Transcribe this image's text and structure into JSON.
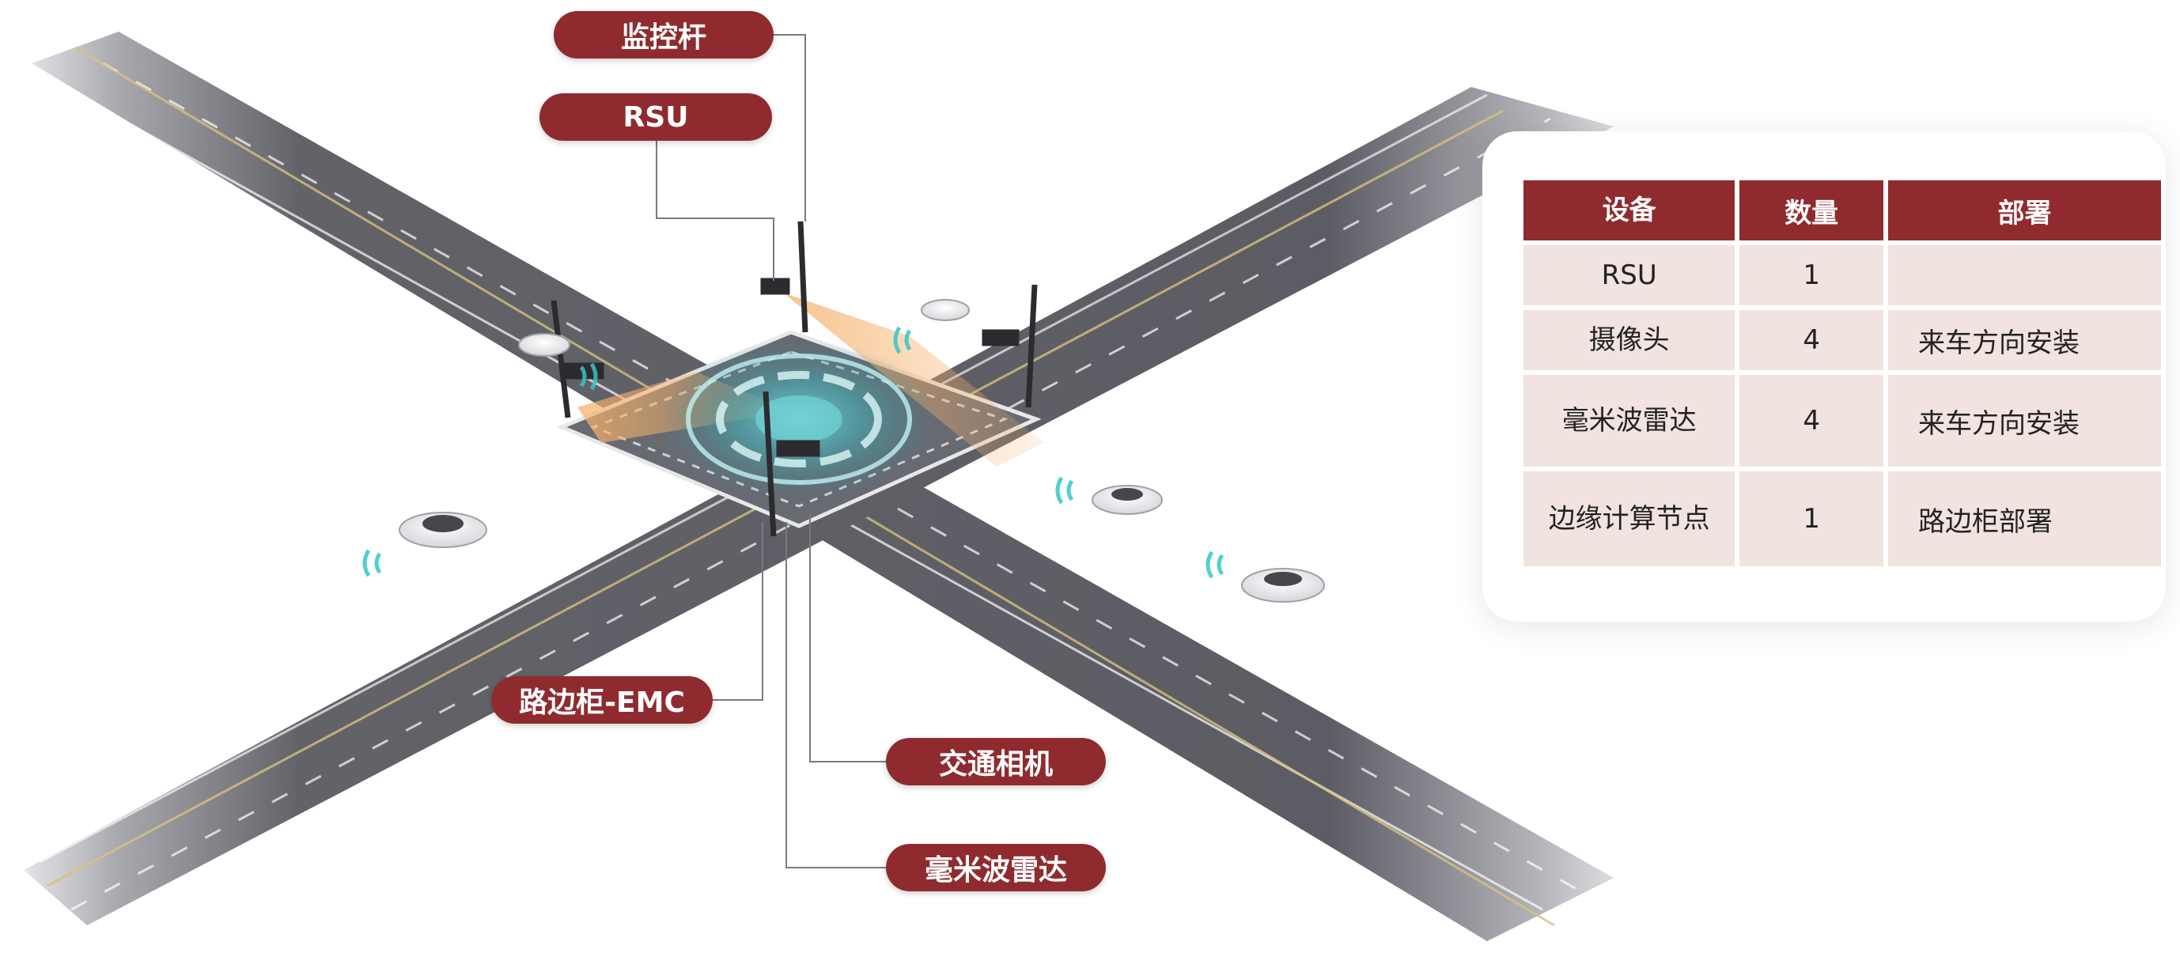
{
  "callouts": {
    "pole": "监控杆",
    "rsu": "RSU",
    "cabinet": "路边柜-EMC",
    "camera": "交通相机",
    "radar": "毫米波雷达"
  },
  "table": {
    "headers": [
      "设备",
      "数量",
      "部署"
    ],
    "rows": [
      {
        "device": "RSU",
        "qty": "1",
        "deploy": ""
      },
      {
        "device": "摄像头",
        "qty": "4",
        "deploy": "来车方向安装"
      },
      {
        "device": "毫米波雷达",
        "qty": "4",
        "deploy": "来车方向安装"
      },
      {
        "device": "边缘计算节点",
        "qty": "1",
        "deploy": "路边柜部署"
      }
    ]
  },
  "colors": {
    "accent": "#8f2b2f",
    "cell": "#f1e3df",
    "road": "#5e5f66",
    "lane_yellow": "#d9c27a",
    "sensor_cyan": "#35c7c7",
    "beam_orange": "#f0b070"
  },
  "icons": [
    "car-icon",
    "monitoring-pole-icon",
    "radar-wave-icon",
    "sensor-ring-icon"
  ]
}
